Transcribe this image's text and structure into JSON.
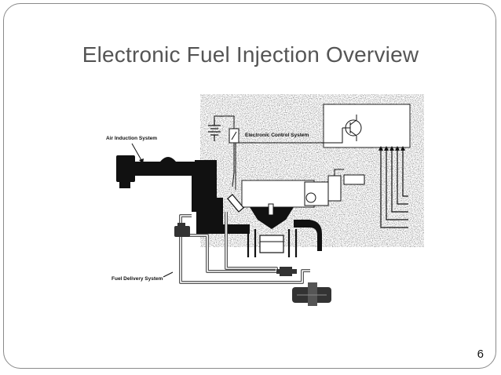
{
  "slide": {
    "title": "Electronic Fuel Injection Overview",
    "number": "6"
  },
  "diagram": {
    "labels": {
      "air_induction": "Air Induction System",
      "electronic_control": "Electronic Control System",
      "fuel_delivery": "Fuel Delivery System"
    }
  }
}
